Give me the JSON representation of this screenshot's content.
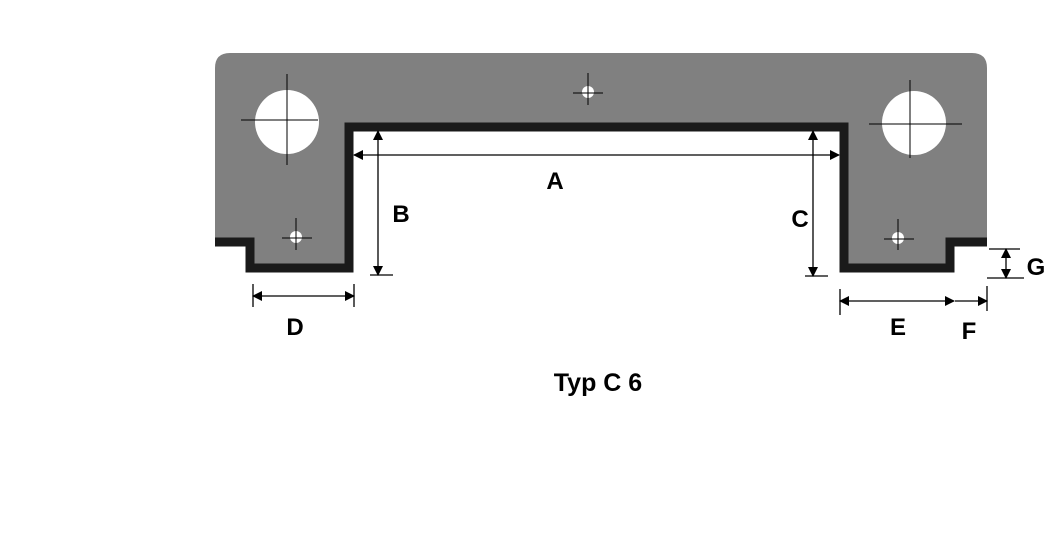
{
  "title": "Typ C 6",
  "dimensions": {
    "A": "A",
    "B": "B",
    "C": "C",
    "D": "D",
    "E": "E",
    "F": "F",
    "G": "G"
  },
  "colors": {
    "profile_fill": "#808080",
    "outline": "#1a1a1a",
    "hole": "#ffffff",
    "background": "#ffffff"
  }
}
